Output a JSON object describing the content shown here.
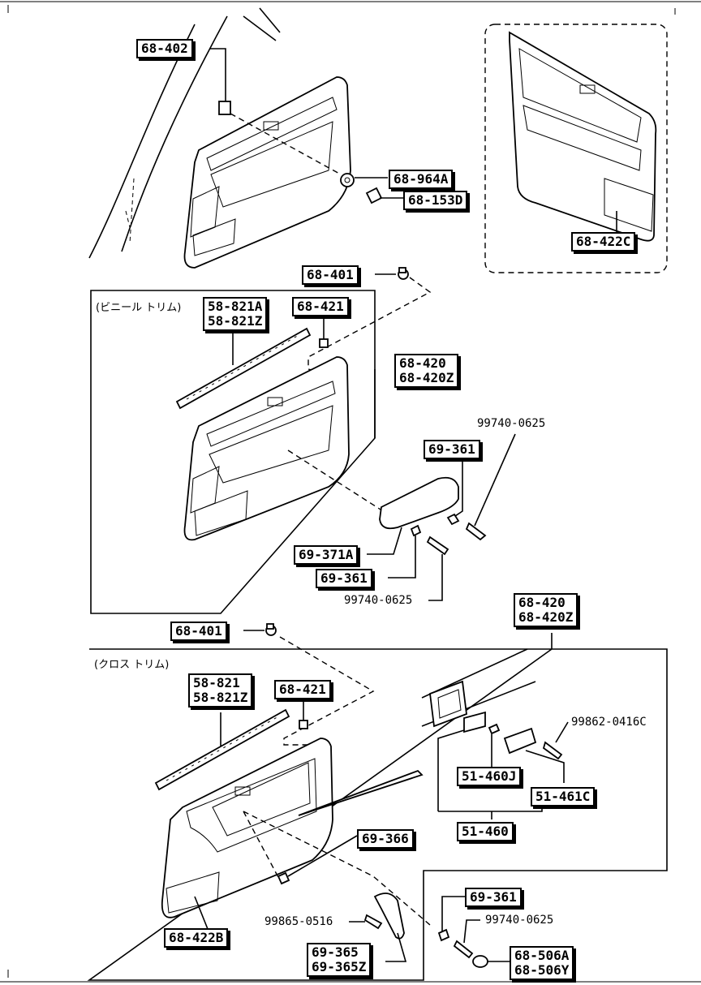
{
  "labels": {
    "l68_402": "68-402",
    "l68_964a": "68-964A",
    "l68_153d": "68-153D",
    "l68_422c": "68-422C",
    "l68_401_top": "68-401",
    "l58_821a": "58-821A",
    "l58_821z_top": "58-821Z",
    "l68_421_top": "68-421",
    "l68_420_top": "68-420",
    "l68_420z_top": "68-420Z",
    "l69_361_a": "69-361",
    "l99740_a": "99740-0625",
    "l69_371a": "69-371A",
    "l69_361_b": "69-361",
    "l99740_b": "99740-0625",
    "l68_420_mid": "68-420",
    "l68_420z_mid": "68-420Z",
    "l68_401_mid": "68-401",
    "l58_821": "58-821",
    "l58_821z_mid": "58-821Z",
    "l68_421_mid": "68-421",
    "l99862": "99862-0416C",
    "l51_460j": "51-460J",
    "l51_461c": "51-461C",
    "l51_460": "51-460",
    "l69_366": "69-366",
    "l68_422b": "68-422B",
    "l99865": "99865-0516",
    "l69_361_c": "69-361",
    "l99740_c": "99740-0625",
    "l69_365": "69-365",
    "l69_365z": "69-365Z",
    "l68_506a": "68-506A",
    "l68_506y": "68-506Y"
  },
  "captions": {
    "vinyl_trim": "(ビニール トリム)",
    "cloth_trim": "(クロス トリム)"
  }
}
